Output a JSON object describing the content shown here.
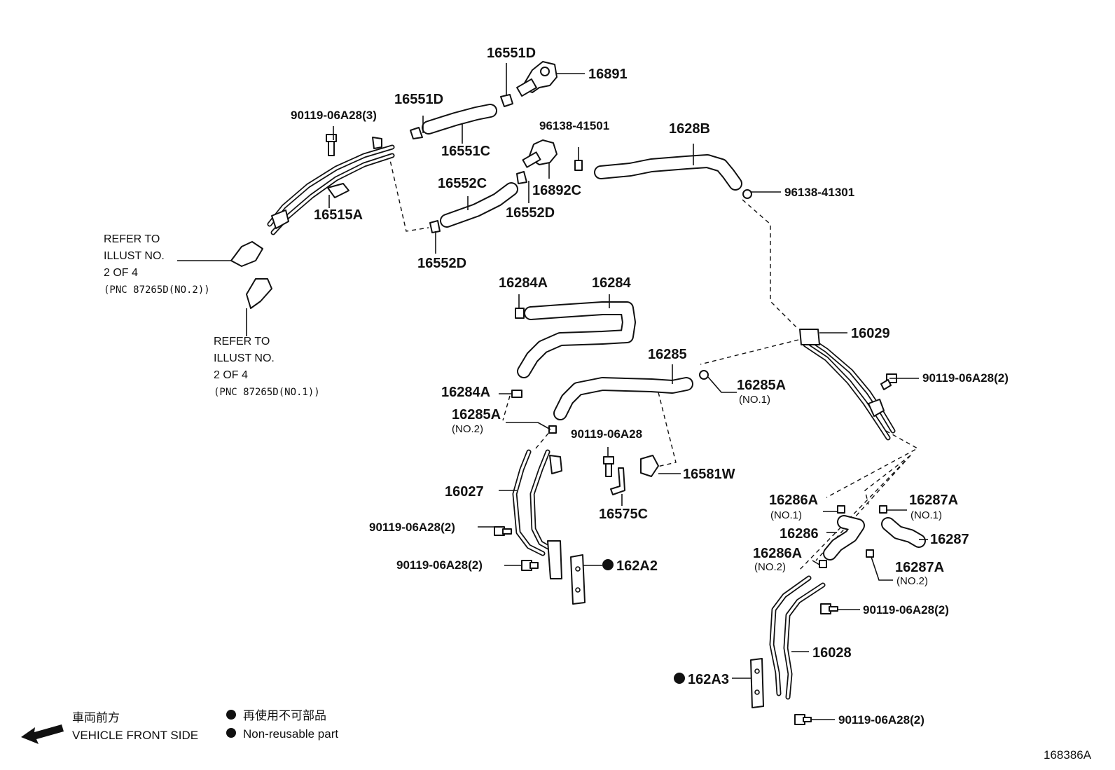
{
  "labels": {
    "p16551D_top": "16551D",
    "p16891": "16891",
    "p16551D_mid": "16551D",
    "p16551C": "16551C",
    "p90119_3": "90119-06A28(3)",
    "p96138_41501": "96138-41501",
    "p1628B": "1628B",
    "p96138_41301": "96138-41301",
    "p16552C": "16552C",
    "p16892C": "16892C",
    "p16552D_right": "16552D",
    "p16515A": "16515A",
    "p16552D_bottom": "16552D",
    "p16284A_top": "16284A",
    "p16284": "16284",
    "p16029": "16029",
    "p16285": "16285",
    "p90119_2_a": "90119-06A28(2)",
    "p16285A_no1": "16285A",
    "p16285A_no1_sub": "(NO.1)",
    "p16284A_bottom": "16284A",
    "p16285A_no2": "16285A",
    "p16285A_no2_sub": "(NO.2)",
    "p90119_single": "90119-06A28",
    "p16581W": "16581W",
    "p16027": "16027",
    "p16575C": "16575C",
    "p16286A_no1": "16286A",
    "p16286A_no1_sub": "(NO.1)",
    "p16287A_no1": "16287A",
    "p16287A_no1_sub": "(NO.1)",
    "p90119_2_b": "90119-06A28(2)",
    "p16286": "16286",
    "p16287": "16287",
    "p90119_2_c": "90119-06A28(2)",
    "p162A2": "162A2",
    "p16286A_no2": "16286A",
    "p16286A_no2_sub": "(NO.2)",
    "p16287A_no2": "16287A",
    "p16287A_no2_sub": "(NO.2)",
    "p90119_2_d": "90119-06A28(2)",
    "p16028": "16028",
    "p162A3": "162A3",
    "p90119_2_e": "90119-06A28(2)"
  },
  "refs": {
    "ref1_line1": "REFER TO",
    "ref1_line2": "ILLUST NO.",
    "ref1_line3": "2 OF 4",
    "ref1_line4": "(PNC 87265D(NO.2))",
    "ref2_line1": "REFER TO",
    "ref2_line2": "ILLUST NO.",
    "ref2_line3": "2 OF 4",
    "ref2_line4": "(PNC 87265D(NO.1))"
  },
  "legend": {
    "front_jp": "車両前方",
    "front_en": "VEHICLE FRONT SIDE",
    "nonreuse_jp": "再使用不可部品",
    "nonreuse_en": "Non-reusable part"
  },
  "diagram_code": "168386A"
}
